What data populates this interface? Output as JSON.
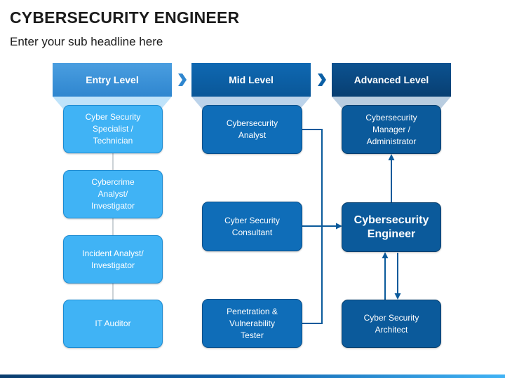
{
  "title": "CYBERSECURITY ENGINEER",
  "subtitle": "Enter your sub headline here",
  "headers": {
    "entry": "Entry Level",
    "mid": "Mid Level",
    "advanced": "Advanced Level"
  },
  "entry_level": {
    "specialist": [
      "Cyber Security",
      "Specialist /",
      "Technician"
    ],
    "cybercrime": [
      "Cybercrime",
      "Analyst/",
      "Investigator"
    ],
    "incident": [
      "Incident Analyst/",
      "Investigator"
    ],
    "auditor": [
      "IT Auditor"
    ]
  },
  "mid_level": {
    "analyst": [
      "Cybersecurity",
      "Analyst"
    ],
    "consultant": [
      "Cyber Security",
      "Consultant"
    ],
    "pentester": [
      "Penetration &",
      "Vulnerability",
      "Tester"
    ]
  },
  "advanced_level": {
    "manager": [
      "Cybersecurity",
      "Manager /",
      "Administrator"
    ],
    "engineer": [
      "Cybersecurity",
      "Engineer"
    ],
    "architect": [
      "Cyber Security",
      "Architect"
    ]
  },
  "colors": {
    "entry_header": "#3a8fd6",
    "mid_header": "#0b5fa5",
    "advanced_header": "#0a4a80",
    "connector": "#0b5a9b"
  }
}
